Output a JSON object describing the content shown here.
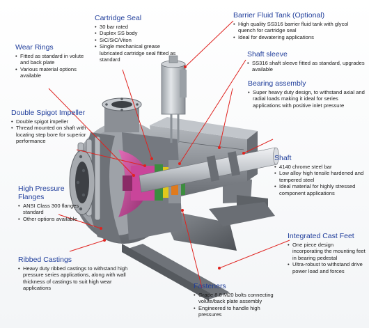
{
  "colors": {
    "heading": "#1f3d9b",
    "leader_line": "#e0231f",
    "pump_body": "#8e9298",
    "impeller": "#c9459a",
    "shaft": "#c8ccd1",
    "seal_green": "#3c8d3f",
    "seal_yellow": "#e0c81c",
    "seal_orange": "#e07a1c"
  },
  "callouts": {
    "cartridge_seal": {
      "title": "Cartridge Seal",
      "bullets": [
        "30 bar rated",
        "Duplex SS body",
        "SiC/SiC/Viton",
        "Single mechanical grease lubricated cartridge seal fitted as standard"
      ]
    },
    "barrier_fluid_tank": {
      "title": "Barrier Fluid Tank (Optional)",
      "bullets": [
        "High quality SS316 barrier fluid tank with glycol quench for cartridge seal",
        "Ideal for dewatering applications"
      ]
    },
    "wear_rings": {
      "title": "Wear Rings",
      "bullets": [
        "Fitted as standard in volute and back plate",
        "Various material options available"
      ]
    },
    "shaft_sleeve": {
      "title": "Shaft sleeve",
      "bullets": [
        "SS316 shaft sleeve fitted as standard, upgrades available"
      ]
    },
    "bearing_assembly": {
      "title": "Bearing assembly",
      "bullets": [
        "Super heavy duty design, to withstand axial and radial loads making it ideal for series applications with positive inlet pressure"
      ]
    },
    "double_spigot_impeller": {
      "title": "Double Spigot Impeller",
      "bullets": [
        "Double spigot impeller",
        "Thread mounted on shaft with locating step bore for superior performance"
      ]
    },
    "shaft": {
      "title": "Shaft",
      "bullets": [
        "4140 chrome steel bar",
        "Low alloy high tensile hardened and tempered steel",
        "Ideal material for highly stressed component applications"
      ]
    },
    "high_pressure_flanges": {
      "title": "High Pressure Flanges",
      "bullets": [
        "ANSI Class 300 flanges standard",
        "Other options available"
      ]
    },
    "integrated_cast_feet": {
      "title": "Integrated Cast Feet",
      "bullets": [
        "One piece design incorporating the mounting feet in bearing pedestal",
        "Ultra-robust to withstand drive power load and forces"
      ]
    },
    "ribbed_castings": {
      "title": "Ribbed Castings",
      "bullets": [
        "Heavy duty ribbed castings to withstand high pressure series applications, along with wall thickness of castings to suit high wear applications"
      ]
    },
    "fasteners": {
      "title": "Fasteners",
      "bullets": [
        "Grade 8.8 M20 bolts connecting volute/back plate assembly",
        "Engineered to handle high pressures"
      ]
    }
  }
}
